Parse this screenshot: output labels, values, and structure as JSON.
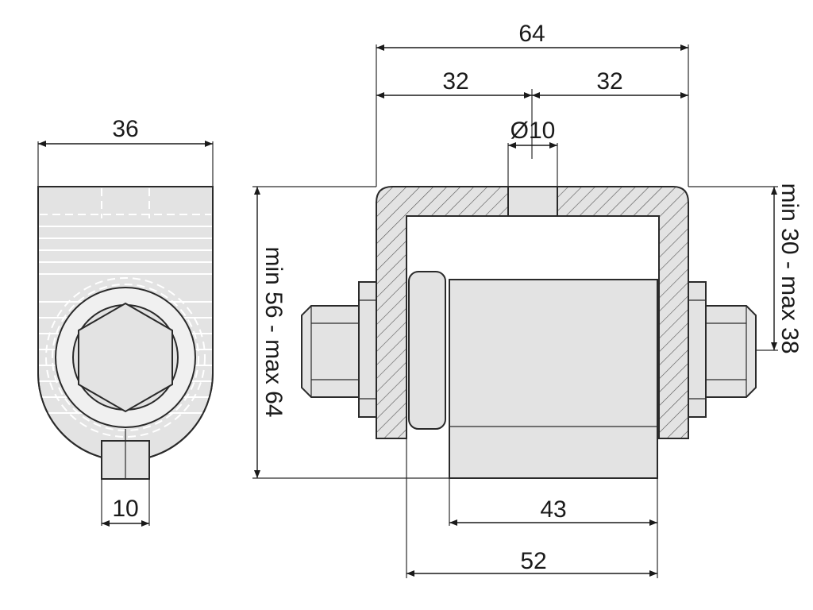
{
  "dimensions": {
    "side_width": "36",
    "side_slot": "10",
    "total_length": "64",
    "half_left": "32",
    "half_right": "32",
    "pin_diameter": "Ø10",
    "height_range": "min 56 - max 64",
    "bracket_range": "min 30 - max 38",
    "body_length": "43",
    "roller_length": "52"
  },
  "colors": {
    "part_fill": "#e3e3e3",
    "line": "#2a2a2a"
  }
}
